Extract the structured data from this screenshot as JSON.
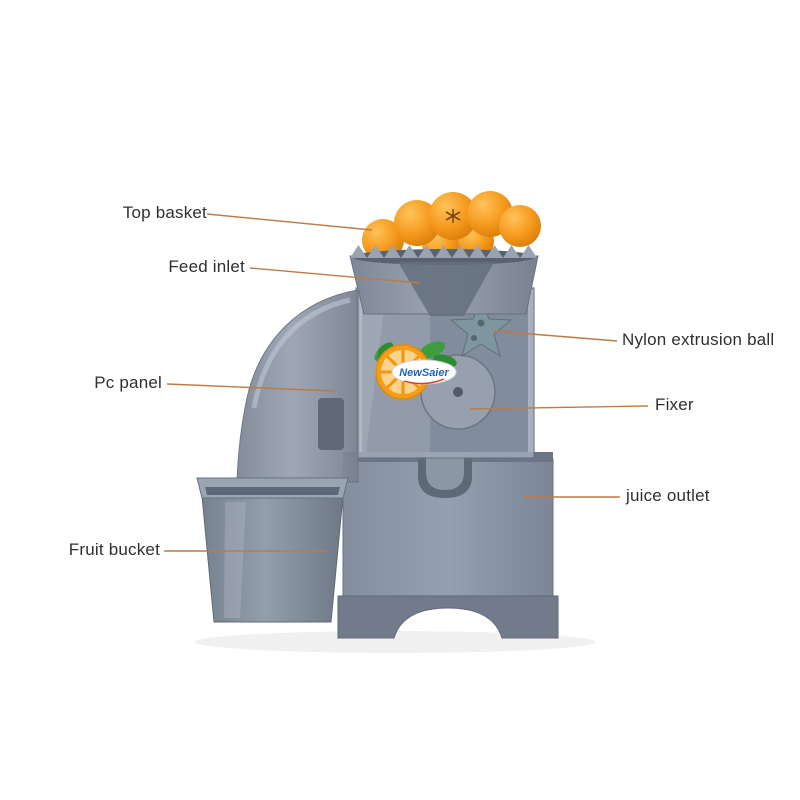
{
  "diagram": {
    "type": "product-part-diagram",
    "product": "commercial orange juicer machine",
    "labels": {
      "top_basket": "Top basket",
      "feed_inlet": "Feed inlet",
      "nylon_extrusion_ball": "Nylon extrusion ball",
      "pc_panel": "Pc panel",
      "fixer": "Fixer",
      "juice_outlet": "juice outlet",
      "fruit_bucket": "Fruit bucket"
    },
    "brand": {
      "logo_text": "NewSaier"
    },
    "colors": {
      "leader_line": "#bd7a45",
      "label_text": "#2f2f2f",
      "machine_gray": "#8e98a7",
      "orange": "#f59a1e",
      "leaf_green": "#3e9e3e",
      "logo_blue": "#2563ae"
    }
  }
}
